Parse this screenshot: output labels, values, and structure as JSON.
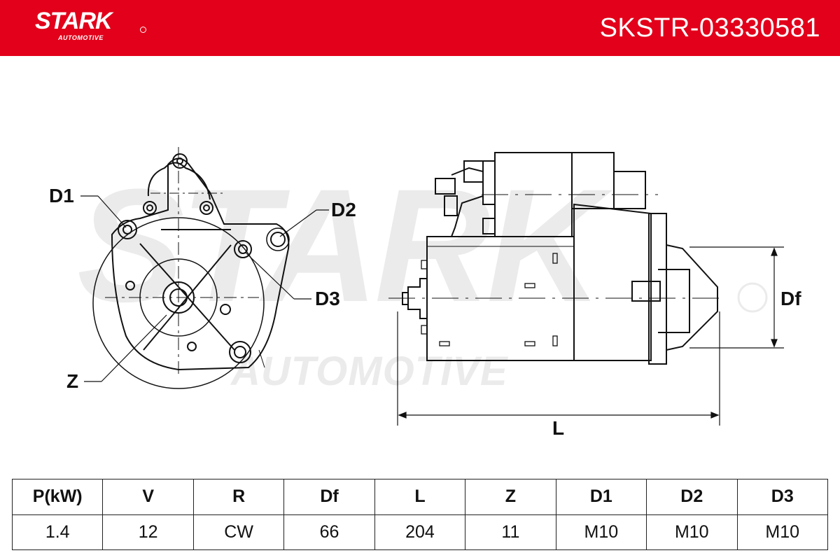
{
  "header": {
    "brand": "STARK",
    "brand_sub": "AUTOMOTIVE",
    "part_number": "SKSTR-03330581",
    "brand_color": "#e2001a"
  },
  "watermark": {
    "main": "STARK",
    "sub": "AUTOMOTIVE"
  },
  "labels": {
    "d1": "D1",
    "d2": "D2",
    "d3": "D3",
    "z": "Z",
    "df": "Df",
    "l": "L"
  },
  "specs": {
    "headers": [
      "P(kW)",
      "V",
      "R",
      "Df",
      "L",
      "Z",
      "D1",
      "D2",
      "D3"
    ],
    "values": [
      "1.4",
      "12",
      "CW",
      "66",
      "204",
      "11",
      "M10",
      "M10",
      "M10"
    ]
  }
}
